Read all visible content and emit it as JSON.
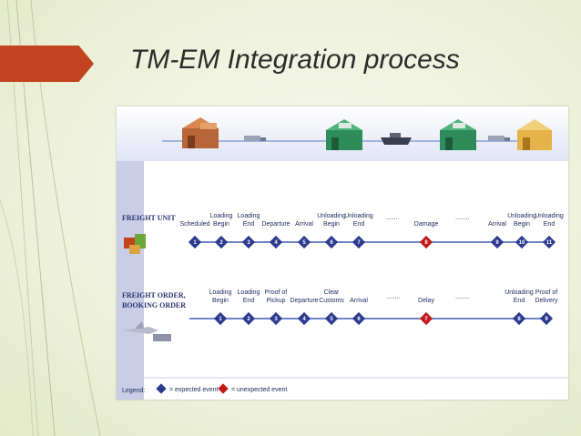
{
  "slide": {
    "title": "TM-EM Integration process"
  },
  "rows": {
    "freight_unit": {
      "label_line1": "FREIGHT UNIT",
      "label_line2": "",
      "events": [
        {
          "label": [
            "Scheduled"
          ],
          "number": "1",
          "type": "expected"
        },
        {
          "label": [
            "Loading",
            "Begin"
          ],
          "number": "2",
          "type": "expected"
        },
        {
          "label": [
            "Loading",
            "End"
          ],
          "number": "3",
          "type": "expected"
        },
        {
          "label": [
            "Departure"
          ],
          "number": "4",
          "type": "expected"
        },
        {
          "label": [
            "Arrival"
          ],
          "number": "5",
          "type": "expected"
        },
        {
          "label": [
            "Unloading",
            "Begin"
          ],
          "number": "6",
          "type": "expected"
        },
        {
          "label": [
            "Unloading",
            "End"
          ],
          "number": "7",
          "type": "expected"
        },
        {
          "label": [
            "Damage"
          ],
          "number": "8",
          "type": "unexpected"
        },
        {
          "label": [
            "Arrival"
          ],
          "number": "9",
          "type": "expected"
        },
        {
          "label": [
            "Unloading",
            "Begin"
          ],
          "number": "10",
          "type": "expected"
        },
        {
          "label": [
            "Unloading",
            "End"
          ],
          "number": "11",
          "type": "expected"
        }
      ],
      "ellipsis": [
        "........",
        "........"
      ]
    },
    "freight_order": {
      "label_line1": "FREIGHT ORDER,",
      "label_line2": "BOOKING ORDER",
      "events": [
        {
          "label": [
            "Loading",
            "Begin"
          ],
          "number": "1",
          "type": "expected"
        },
        {
          "label": [
            "Loading",
            "End"
          ],
          "number": "2",
          "type": "expected"
        },
        {
          "label": [
            "Proof of",
            "Pickup"
          ],
          "number": "3",
          "type": "expected"
        },
        {
          "label": [
            "Departure"
          ],
          "number": "4",
          "type": "expected"
        },
        {
          "label": [
            "Clear",
            "Customs"
          ],
          "number": "5",
          "type": "expected"
        },
        {
          "label": [
            "Arrival"
          ],
          "number": "6",
          "type": "expected"
        },
        {
          "label": [
            "Delay"
          ],
          "number": "7",
          "type": "unexpected"
        },
        {
          "label": [
            "Unloading",
            "End"
          ],
          "number": "8",
          "type": "expected"
        },
        {
          "label": [
            "Proof of",
            "Delivery"
          ],
          "number": "9",
          "type": "expected"
        }
      ],
      "ellipsis": [
        "........",
        "........"
      ]
    }
  },
  "legend": {
    "title": "Legend:",
    "expected": "= expected event",
    "unexpected": "= unexpected event"
  },
  "colors": {
    "accent": "#c2441e",
    "expected": "#2c3a8f",
    "unexpected": "#c21a1a",
    "timeline": "#6f86c8",
    "sidebar": "#c9cde6"
  },
  "icons": [
    "warehouse-icon",
    "truck-icon",
    "ship-icon",
    "customs-building-icon",
    "destination-building-icon",
    "freight-boxes-icon",
    "airplane-truck-icon"
  ]
}
